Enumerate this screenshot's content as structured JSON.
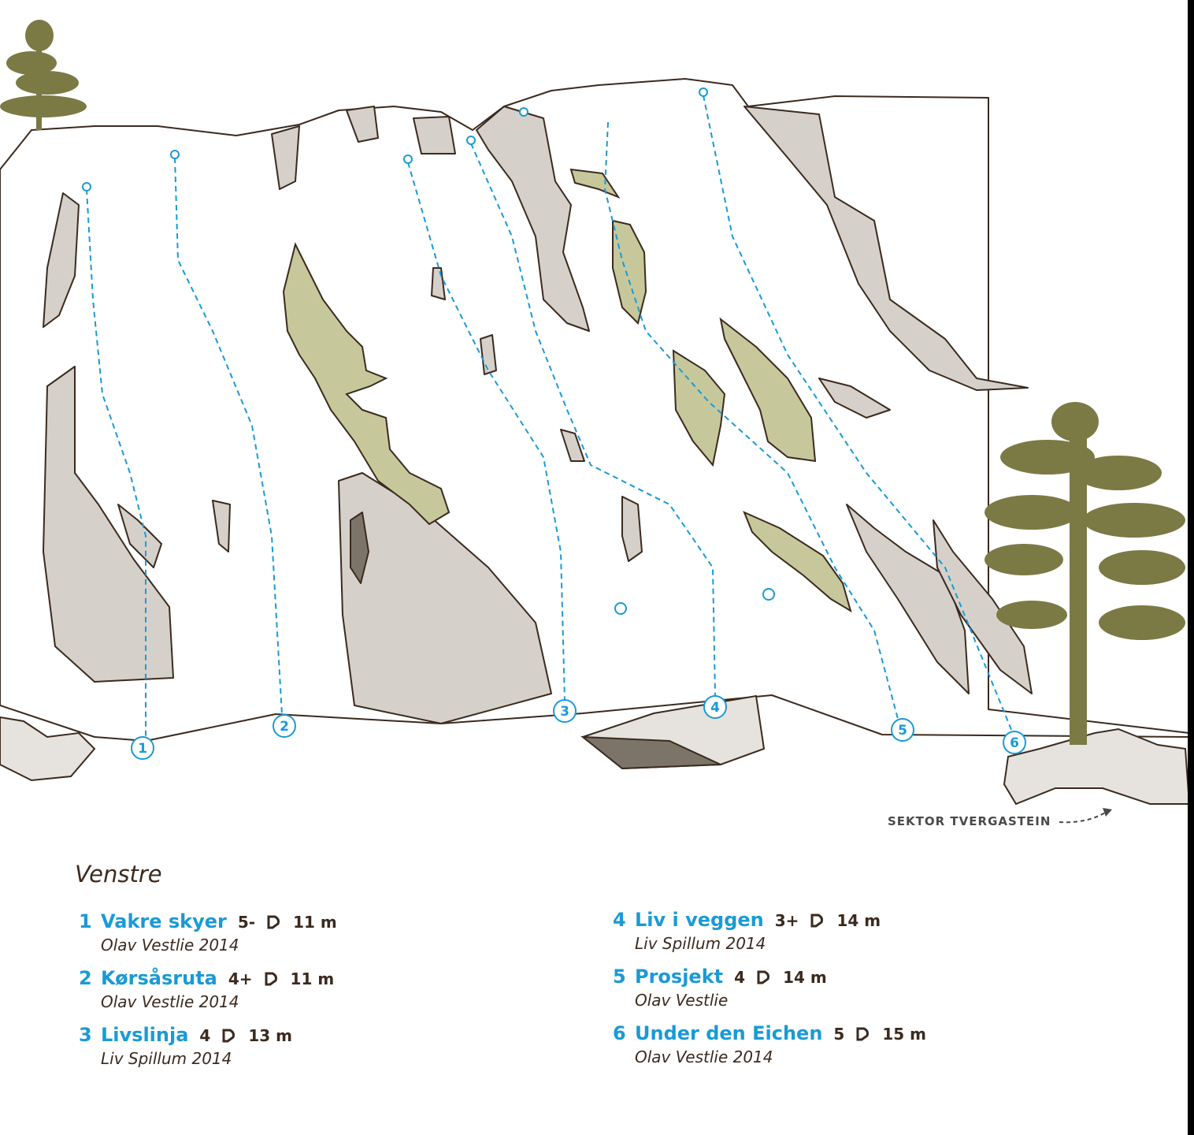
{
  "topo": {
    "route_markers": [
      "1",
      "2",
      "3",
      "4",
      "5",
      "6"
    ],
    "sector_link": "SEKTOR TVERGASTEIN",
    "colors": {
      "route": "#1a9ad6",
      "rock": "#d5d1ca",
      "vegetation": "#c6c89b",
      "tree": "#7b7a45"
    }
  },
  "section": {
    "title": "Venstre"
  },
  "routes": [
    {
      "number": "1",
      "name": "Vakre skyer",
      "grade": "5-",
      "protection": "bolt-icon",
      "length": "11 m",
      "first_ascent": "Olav Vestlie 2014"
    },
    {
      "number": "2",
      "name": "Kørsåsruta",
      "grade": "4+",
      "protection": "bolt-icon",
      "length": "11 m",
      "first_ascent": "Olav Vestlie 2014"
    },
    {
      "number": "3",
      "name": "Livslinja",
      "grade": "4",
      "protection": "bolt-icon",
      "length": "13 m",
      "first_ascent": "Liv Spillum 2014"
    },
    {
      "number": "4",
      "name": "Liv i veggen",
      "grade": "3+",
      "protection": "bolt-icon",
      "length": "14 m",
      "first_ascent": "Liv Spillum 2014"
    },
    {
      "number": "5",
      "name": "Prosjekt",
      "grade": "4",
      "protection": "bolt-icon",
      "length": "14 m",
      "first_ascent": "Olav Vestlie"
    },
    {
      "number": "6",
      "name": "Under den Eichen",
      "grade": "5",
      "protection": "bolt-icon",
      "length": "15 m",
      "first_ascent": "Olav Vestlie 2014"
    }
  ]
}
